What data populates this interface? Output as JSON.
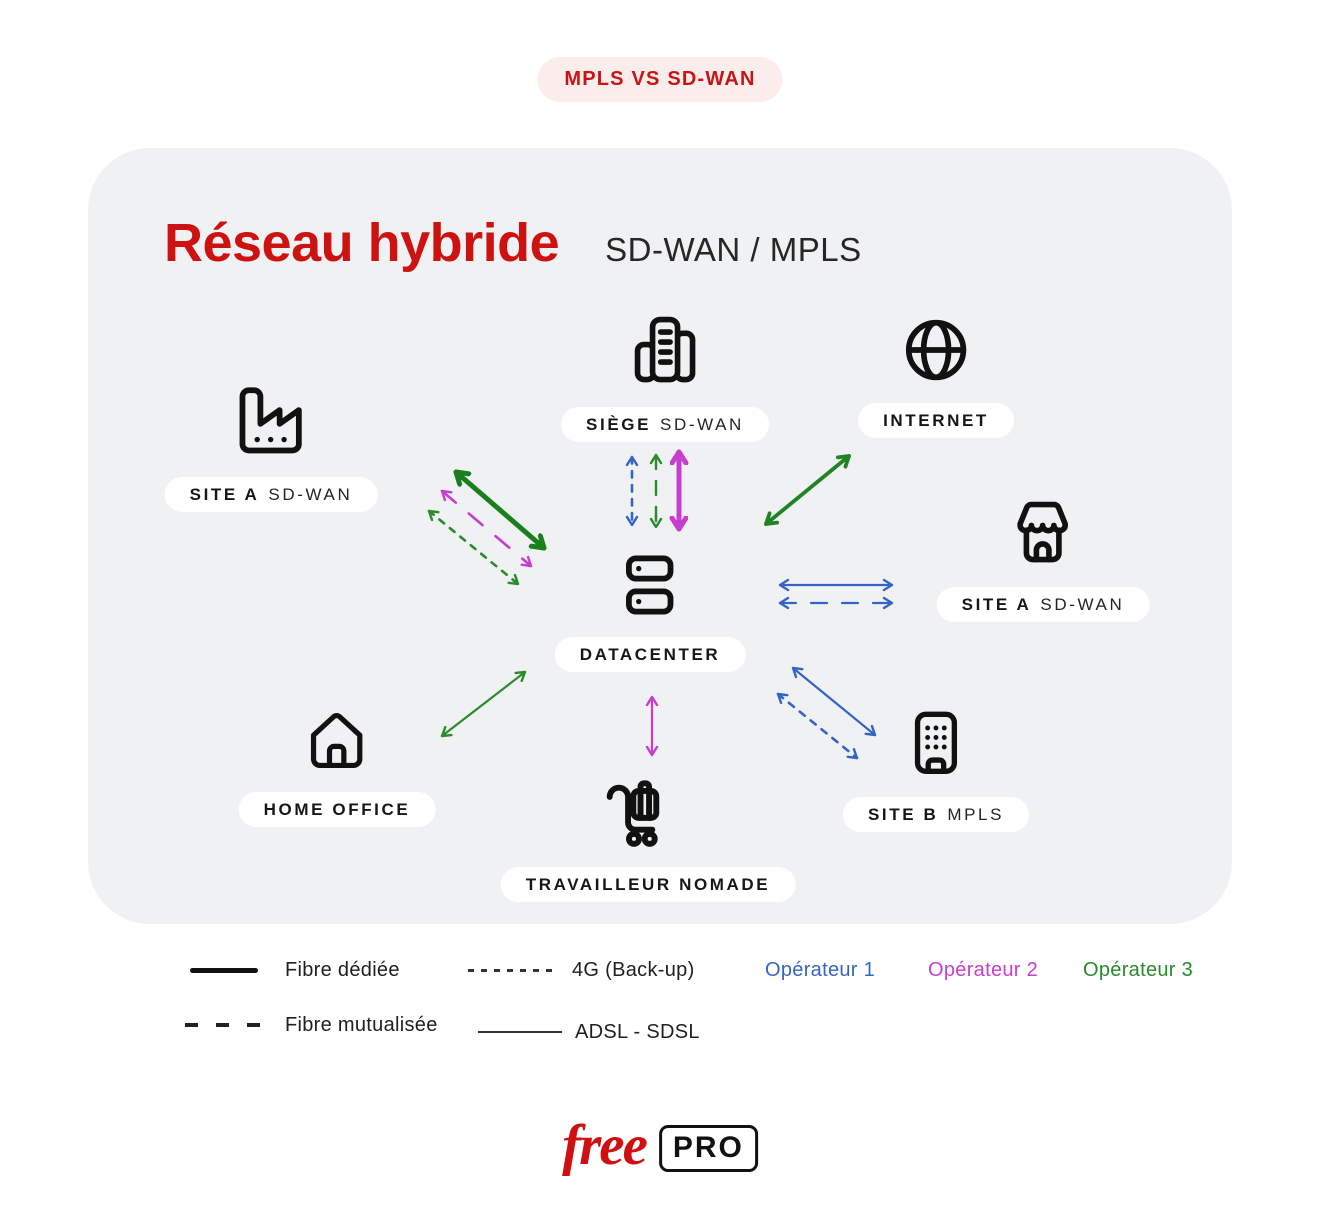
{
  "badge": "MPLS VS SD-WAN",
  "title": {
    "main": "Réseau hybride",
    "subtitle": "SD-WAN / MPLS"
  },
  "nodes": {
    "siege": {
      "bold": "SIÈGE",
      "rest": "SD-WAN",
      "icon": "office-building-icon"
    },
    "internet": {
      "bold": "INTERNET",
      "rest": "",
      "icon": "globe-icon"
    },
    "site_a_factory": {
      "bold": "SITE A",
      "rest": "SD-WAN",
      "icon": "factory-icon"
    },
    "site_a_shop": {
      "bold": "SITE A",
      "rest": "SD-WAN",
      "icon": "shop-icon"
    },
    "datacenter": {
      "bold": "DATACENTER",
      "rest": "",
      "icon": "server-icon"
    },
    "site_b": {
      "bold": "SITE B",
      "rest": "MPLS",
      "icon": "building-windows-icon"
    },
    "home_office": {
      "bold": "HOME OFFICE",
      "rest": "",
      "icon": "house-icon"
    },
    "nomad": {
      "bold": "TRAVAILLEUR NOMADE",
      "rest": "",
      "icon": "luggage-cart-icon"
    }
  },
  "legend": {
    "line_types": [
      {
        "label": "Fibre dédiée",
        "style": "thick-solid"
      },
      {
        "label": "4G (Back-up)",
        "style": "short-dash"
      },
      {
        "label": "Fibre mutualisée",
        "style": "long-dash"
      },
      {
        "label": "ADSL - SDSL",
        "style": "thin-solid"
      }
    ],
    "operators": [
      {
        "label": "Opérateur 1",
        "color": "#3565c4"
      },
      {
        "label": "Opérateur 2",
        "color": "#c73ecf"
      },
      {
        "label": "Opérateur 3",
        "color": "#2b8a2b"
      }
    ]
  },
  "footer": {
    "brand": "free",
    "badge": "PRO"
  },
  "colors": {
    "accent_red": "#cd1212",
    "badge_bg": "#fceded",
    "card_bg": "#f0f1f3",
    "ink": "#111111"
  }
}
